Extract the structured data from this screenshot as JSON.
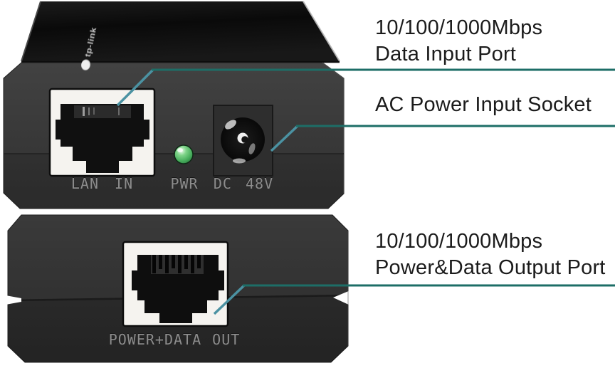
{
  "image_type": "annotated PoE injector product diagram",
  "colors": {
    "background": "#ffffff",
    "annotation_text": "#1b1b1b",
    "callout_line": "#1d6e67",
    "callout_diagonal": "#4b92a2",
    "device_face": "#383838",
    "port_surround": "#f5f3ef",
    "led_green": "#55b969"
  },
  "device": {
    "brand": "tp-link",
    "upper_unit": {
      "lan_port_label": "LAN IN",
      "led_label": "PWR",
      "dc_label": "DC 48V"
    },
    "lower_unit": {
      "out_port_label": "POWER+DATA OUT"
    }
  },
  "annotations": {
    "data_input": {
      "line1": "10/100/1000Mbps",
      "line2": "Data Input Port"
    },
    "ac_power": {
      "line1": "AC Power Input Socket"
    },
    "power_data_output": {
      "line1": "10/100/1000Mbps",
      "line2": "Power&Data Output Port"
    }
  }
}
